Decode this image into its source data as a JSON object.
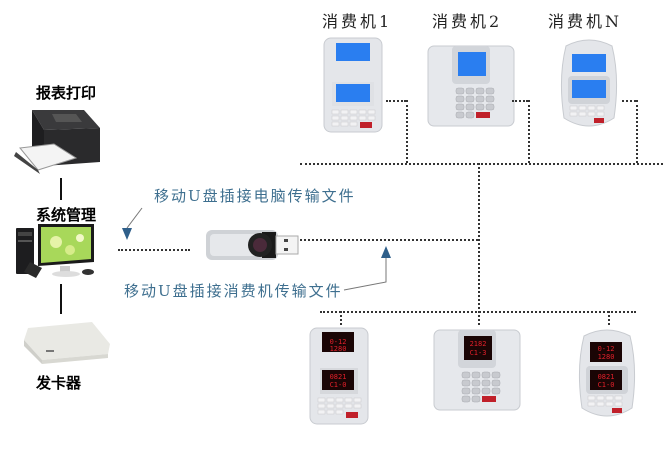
{
  "left_column": {
    "printer_label": "报表打印",
    "system_label": "系统管理",
    "card_issuer_label": "发卡器"
  },
  "notes": {
    "usb_to_pc": "移动U盘插接电脑传输文件",
    "usb_to_terminal": "移动U盘插接消费机传输文件"
  },
  "top_terminals": [
    {
      "label": "消费机1",
      "screen": "lcd-blue"
    },
    {
      "label": "消费机2",
      "screen": "lcd-blue"
    },
    {
      "label": "消费机N",
      "screen": "lcd-blue"
    }
  ],
  "bottom_terminals": [
    {
      "label": "",
      "display_top": "0-1 2 / 1 280",
      "display_bottom": "0821 / C 1-0"
    },
    {
      "label": "",
      "display_top": "2 182 / C 1-3",
      "display_bottom": ""
    },
    {
      "label": "",
      "display_top": "0-1 2 / 1 280",
      "display_bottom": "0821 / C 1-0"
    }
  ],
  "colors": {
    "note_text": "#3e6f8f",
    "arrow": "#2f5f8a",
    "lcd_blue": "#2a7ef0",
    "led_red": "#e0202a",
    "device_silver": "#e4e6ea"
  }
}
